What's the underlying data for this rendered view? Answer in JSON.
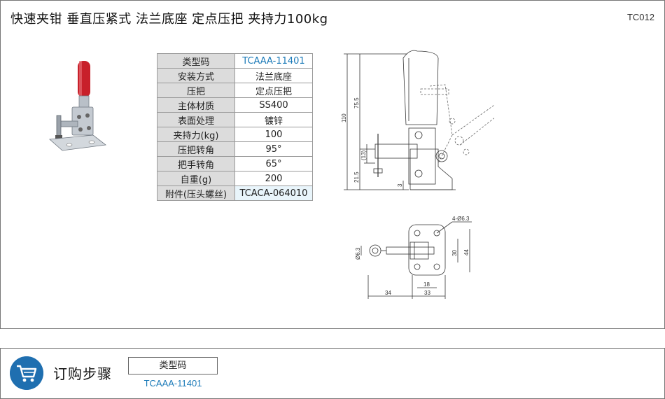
{
  "header": {
    "title": "快速夹钳  垂直压紧式  法兰底座  定点压把  夹持力100kg",
    "code": "TC012"
  },
  "specs": [
    {
      "key": "类型码",
      "value": "TCAAA-11401"
    },
    {
      "key": "安装方式",
      "value": "法兰底座"
    },
    {
      "key": "压把",
      "value": "定点压把"
    },
    {
      "key": "主体材质",
      "value": "SS400"
    },
    {
      "key": "表面处理",
      "value": "镀锌"
    },
    {
      "key": "夹持力(kg)",
      "value": "100"
    },
    {
      "key": "压把转角",
      "value": "95°"
    },
    {
      "key": "把手转角",
      "value": "65°"
    },
    {
      "key": "自重(g)",
      "value": "200"
    },
    {
      "key": "附件(压头螺丝)",
      "value": "TCACA-064010"
    }
  ],
  "drawing_side": {
    "dims": [
      "110",
      "75.5",
      "(13)",
      "21.5",
      "3"
    ]
  },
  "drawing_top": {
    "dims": [
      "4-Ø6.3",
      "Ø6.3",
      "30",
      "44",
      "18",
      "33",
      "34"
    ]
  },
  "order": {
    "icon": "cart-icon",
    "title": "订购步骤",
    "key": "类型码",
    "value": "TCAAA-11401"
  },
  "colors": {
    "link": "#1b7ab8",
    "badge": "#1f6fb0",
    "handle": "#c8202a",
    "highlight": "#e9f5fb"
  }
}
